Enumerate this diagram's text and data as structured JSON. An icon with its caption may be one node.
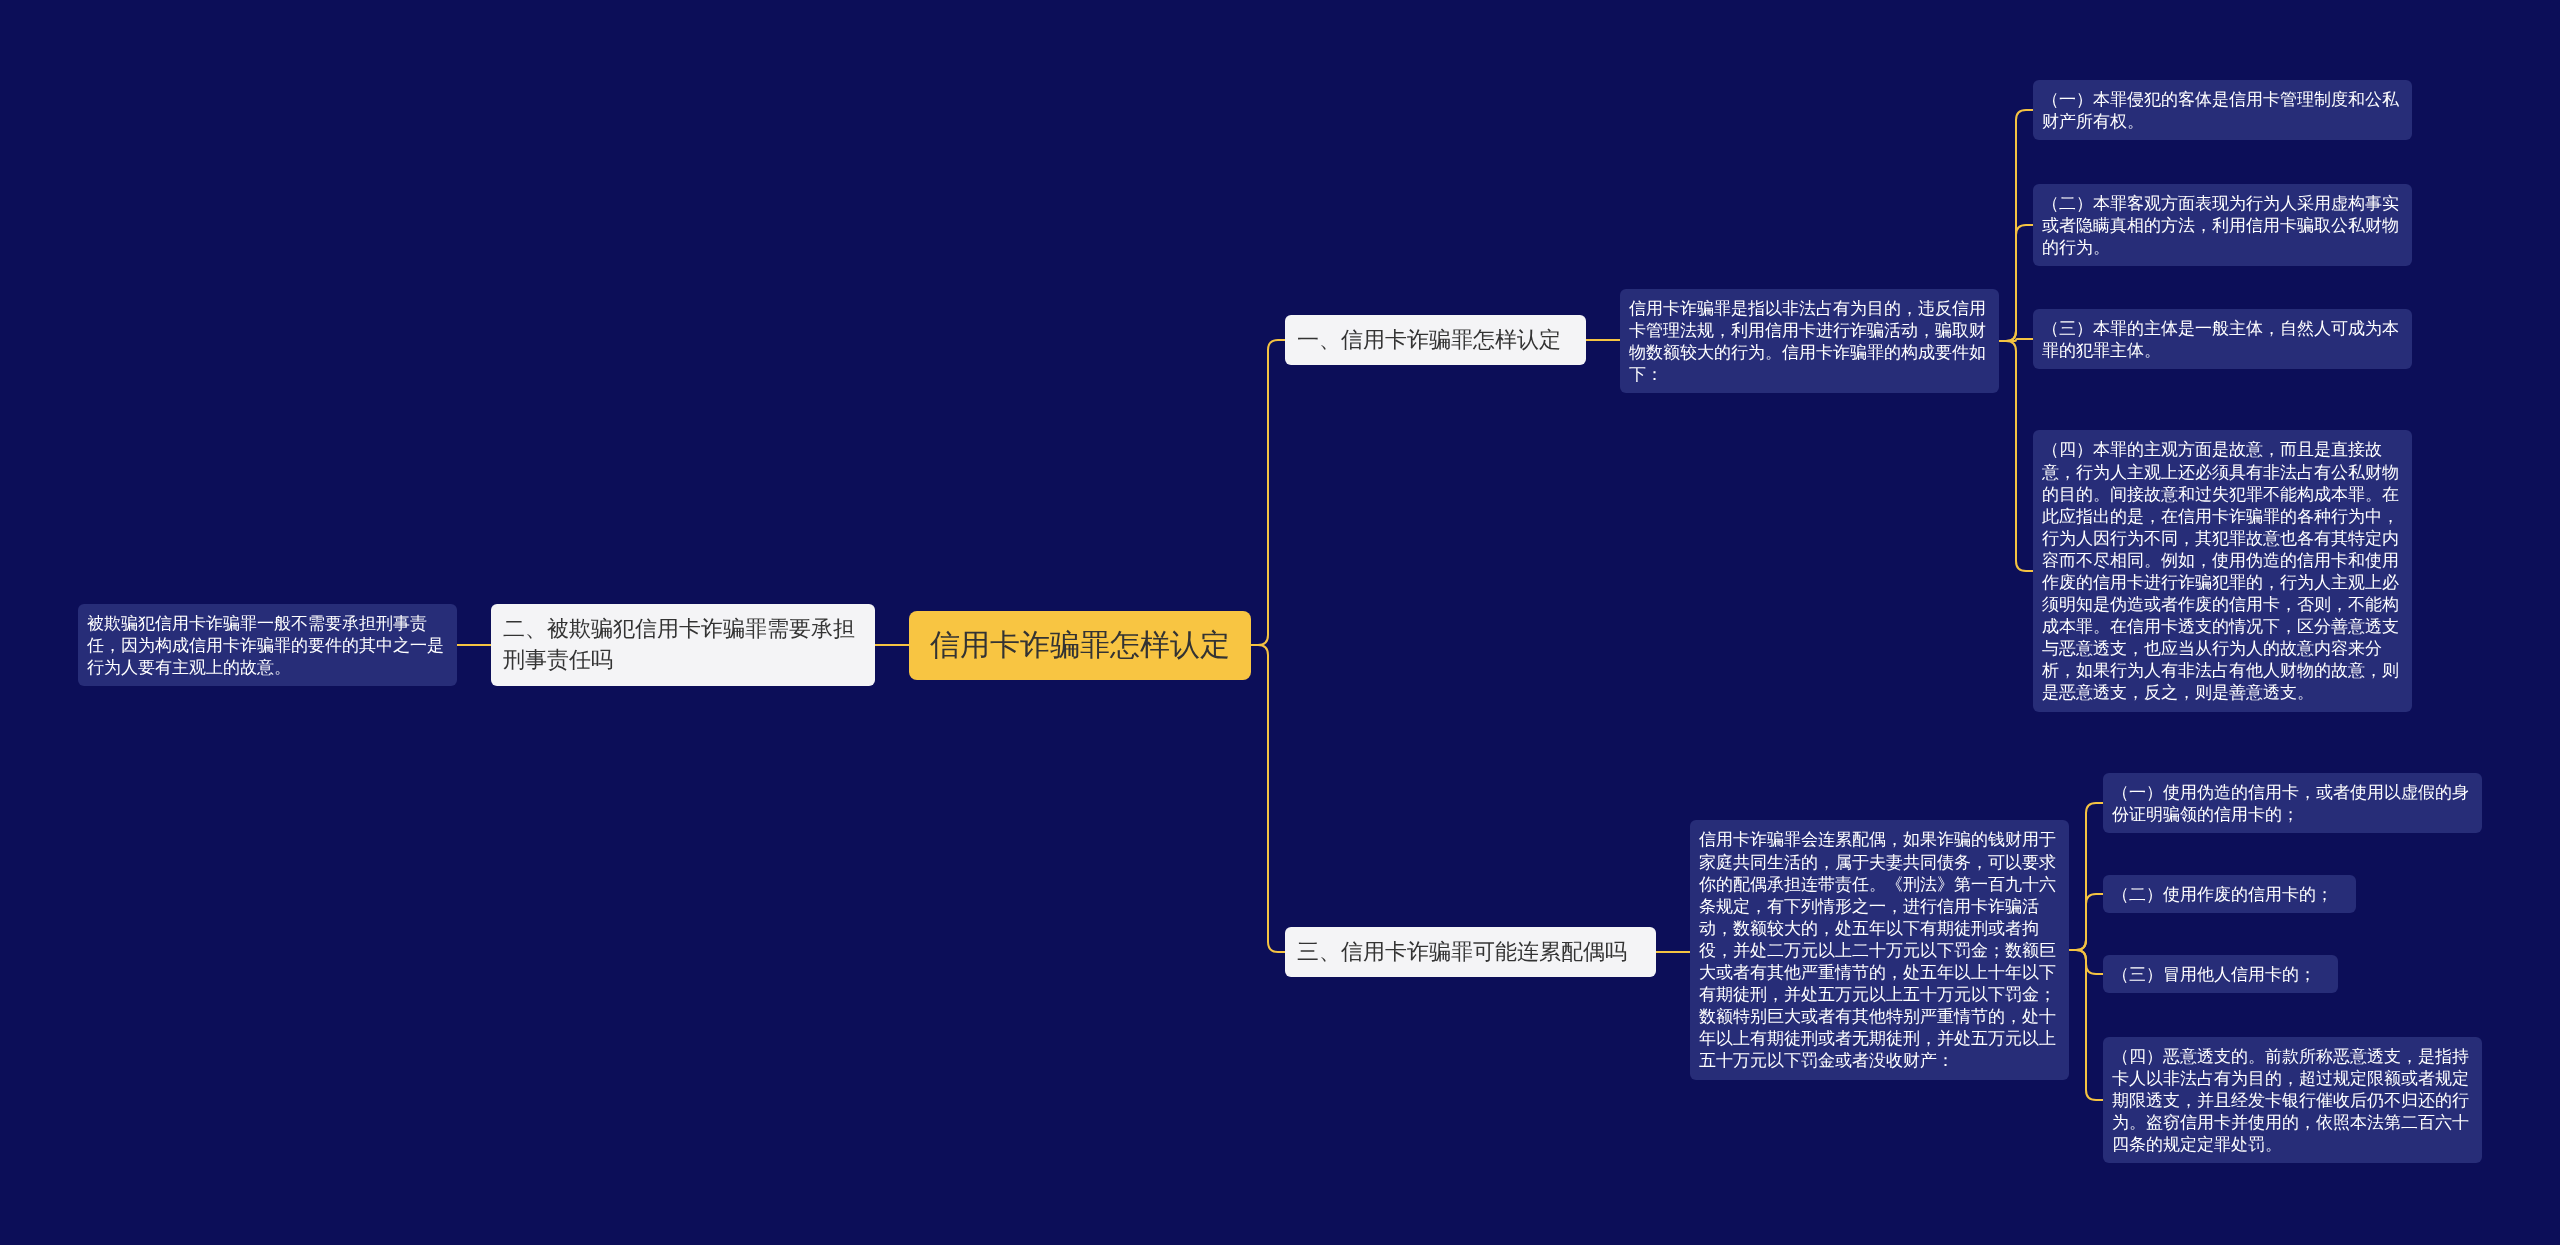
{
  "diagram": {
    "nodes": [
      {
        "text": [
          "信用卡诈骗罪怎样认定"
        ]
      },
      {
        "text": [
          "一、信用卡诈骗罪怎样认定"
        ]
      },
      {
        "text": [
          "信用卡诈骗罪是指以非法占有为目的，违反信用卡管理法规，利用信用卡进行诈骗活动，骗取财物数额较大的行为。信用卡诈骗罪的构成要件如下："
        ]
      },
      {
        "text": [
          "（一）本罪侵犯的客体是信用卡管理制度和公私财产所有权。"
        ]
      },
      {
        "text": [
          "（二）本罪客观方面表现为行为人采用虚构事实或者隐瞒真相的方法，利用信用卡骗取公私财物的行为。"
        ]
      },
      {
        "text": [
          "（三）本罪的主体是一般主体，自然人可成为本罪的犯罪主体。"
        ]
      },
      {
        "text": [
          "（四）本罪的主观方面是故意，而且是直接故意，行为人主观上还必须具有非法占有公私财物的目的。间接故意和过失犯罪不能构成本罪。在此应指出的是，在信用卡诈骗罪的各种行为中，行为人因行为不同，其犯罪故意也各有其特定内容而不尽相同。例如，使用伪造的信用卡和使用作废的信用卡进行诈骗犯罪的，行为人主观上必须明知是伪造或者作废的信用卡，否则，不能构成本罪。在信用卡透支的情况下，区分善意透支与恶意透支，也应当从行为人的故意内容来分析，如果行为人有非法占有他人财物的故意，则是恶意透支，反之，则是善意透支。"
        ]
      },
      {
        "text": [
          "三、信用卡诈骗罪可能连累配偶吗"
        ]
      },
      {
        "text": [
          "信用卡诈骗罪会连累配偶，如果诈骗的钱财用于家庭共同生活的，属于夫妻共同债务，可以要求你的配偶承担连带责任。《刑法》第一百九十六条规定，有下列情形之一，进行信用卡诈骗活动，数额较大的，处五年以下有期徒刑或者拘役，并处二万元以上二十万元以下罚金；数额巨大或者有其他严重情节的，处五年以上十年以下有期徒刑，并处五万元以上五十万元以下罚金；数额特别巨大或者有其他特别严重情节的，处十年以上有期徒刑或者无期徒刑，并处五万元以上五十万元以下罚金或者没收财产："
        ]
      },
      {
        "text": [
          "（一）使用伪造的信用卡，或者使用以虚假的身份证明骗领的信用卡的；"
        ]
      },
      {
        "text": [
          "（二）使用作废的信用卡的；"
        ]
      },
      {
        "text": [
          "（三）冒用他人信用卡的；"
        ]
      },
      {
        "text": [
          "（四）恶意透支的。前款所称恶意透支，是指持卡人以非法占有为目的，超过规定限额或者规定期限透支，并且经发卡银行催收后仍不归还的行为。盗窃信用卡并使用的，依照本法第二百六十四条的规定定罪处罚。"
        ]
      },
      {
        "text": [
          "二、被欺骗犯信用卡诈骗罪需要承担刑事责任吗"
        ]
      },
      {
        "text": [
          "被欺骗犯信用卡诈骗罪一般不需要承担刑事责任，因为构成信用卡诈骗罪的要件的其中之一是行为人要有主观上的故意。"
        ]
      }
    ],
    "edges": [
      {
        "from": 0,
        "to": 1,
        "arrow": "none"
      },
      {
        "from": 1,
        "to": 2,
        "arrow": "none"
      },
      {
        "from": 2,
        "to": 3,
        "arrow": "none"
      },
      {
        "from": 2,
        "to": 4,
        "arrow": "none"
      },
      {
        "from": 2,
        "to": 5,
        "arrow": "none"
      },
      {
        "from": 2,
        "to": 6,
        "arrow": "none"
      },
      {
        "from": 0,
        "to": 7,
        "arrow": "none"
      },
      {
        "from": 7,
        "to": 8,
        "arrow": "none"
      },
      {
        "from": 8,
        "to": 9,
        "arrow": "none"
      },
      {
        "from": 8,
        "to": 10,
        "arrow": "none"
      },
      {
        "from": 8,
        "to": 11,
        "arrow": "none"
      },
      {
        "from": 8,
        "to": 12,
        "arrow": "none"
      },
      {
        "from": 0,
        "to": 13,
        "arrow": "none"
      },
      {
        "from": 13,
        "to": 14,
        "arrow": "none"
      }
    ]
  }
}
